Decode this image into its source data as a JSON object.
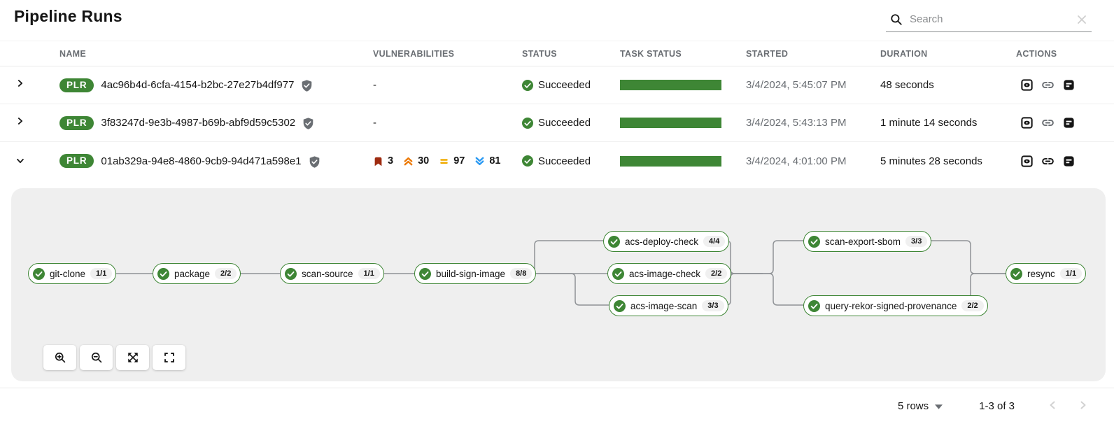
{
  "page": {
    "title": "Pipeline Runs"
  },
  "search": {
    "placeholder": "Search"
  },
  "table": {
    "columns": [
      "NAME",
      "VULNERABILITIES",
      "STATUS",
      "TASK STATUS",
      "STARTED",
      "DURATION",
      "ACTIONS"
    ],
    "rows": [
      {
        "badge": "PLR",
        "name": "4ac96b4d-6cfa-4154-b2bc-27e27b4df977",
        "vulnerabilities": "-",
        "status": "Succeeded",
        "started": "3/4/2024, 5:45:07 PM",
        "duration": "48 seconds"
      },
      {
        "badge": "PLR",
        "name": "3f83247d-9e3b-4987-b69b-abf9d59c5302",
        "vulnerabilities": "-",
        "status": "Succeeded",
        "started": "3/4/2024, 5:43:13 PM",
        "duration": "1 minute 14 seconds"
      },
      {
        "badge": "PLR",
        "name": "01ab329a-94e8-4860-9cb9-94d471a598e1",
        "vulnerabilities": {
          "critical": 3,
          "high": 30,
          "medium": 97,
          "low": 81
        },
        "status": "Succeeded",
        "started": "3/4/2024, 4:01:00 PM",
        "duration": "5 minutes 28 seconds"
      }
    ]
  },
  "pipeline": {
    "tasks": [
      {
        "name": "git-clone",
        "steps": "1/1"
      },
      {
        "name": "package",
        "steps": "2/2"
      },
      {
        "name": "scan-source",
        "steps": "1/1"
      },
      {
        "name": "build-sign-image",
        "steps": "8/8"
      },
      {
        "name": "acs-deploy-check",
        "steps": "4/4"
      },
      {
        "name": "acs-image-check",
        "steps": "2/2"
      },
      {
        "name": "acs-image-scan",
        "steps": "3/3"
      },
      {
        "name": "scan-export-sbom",
        "steps": "3/3"
      },
      {
        "name": "query-rekor-signed-provenance",
        "steps": "2/2"
      },
      {
        "name": "resync",
        "steps": "1/1"
      }
    ]
  },
  "footer": {
    "rows_per_page": "5 rows",
    "range": "1-3 of 3"
  },
  "colors": {
    "success_green": "#3e8635",
    "critical": "#9e2b10",
    "high": "#ec7a08",
    "medium": "#f0ab00",
    "low": "#2b9af3",
    "panel_gray": "#efefef"
  }
}
